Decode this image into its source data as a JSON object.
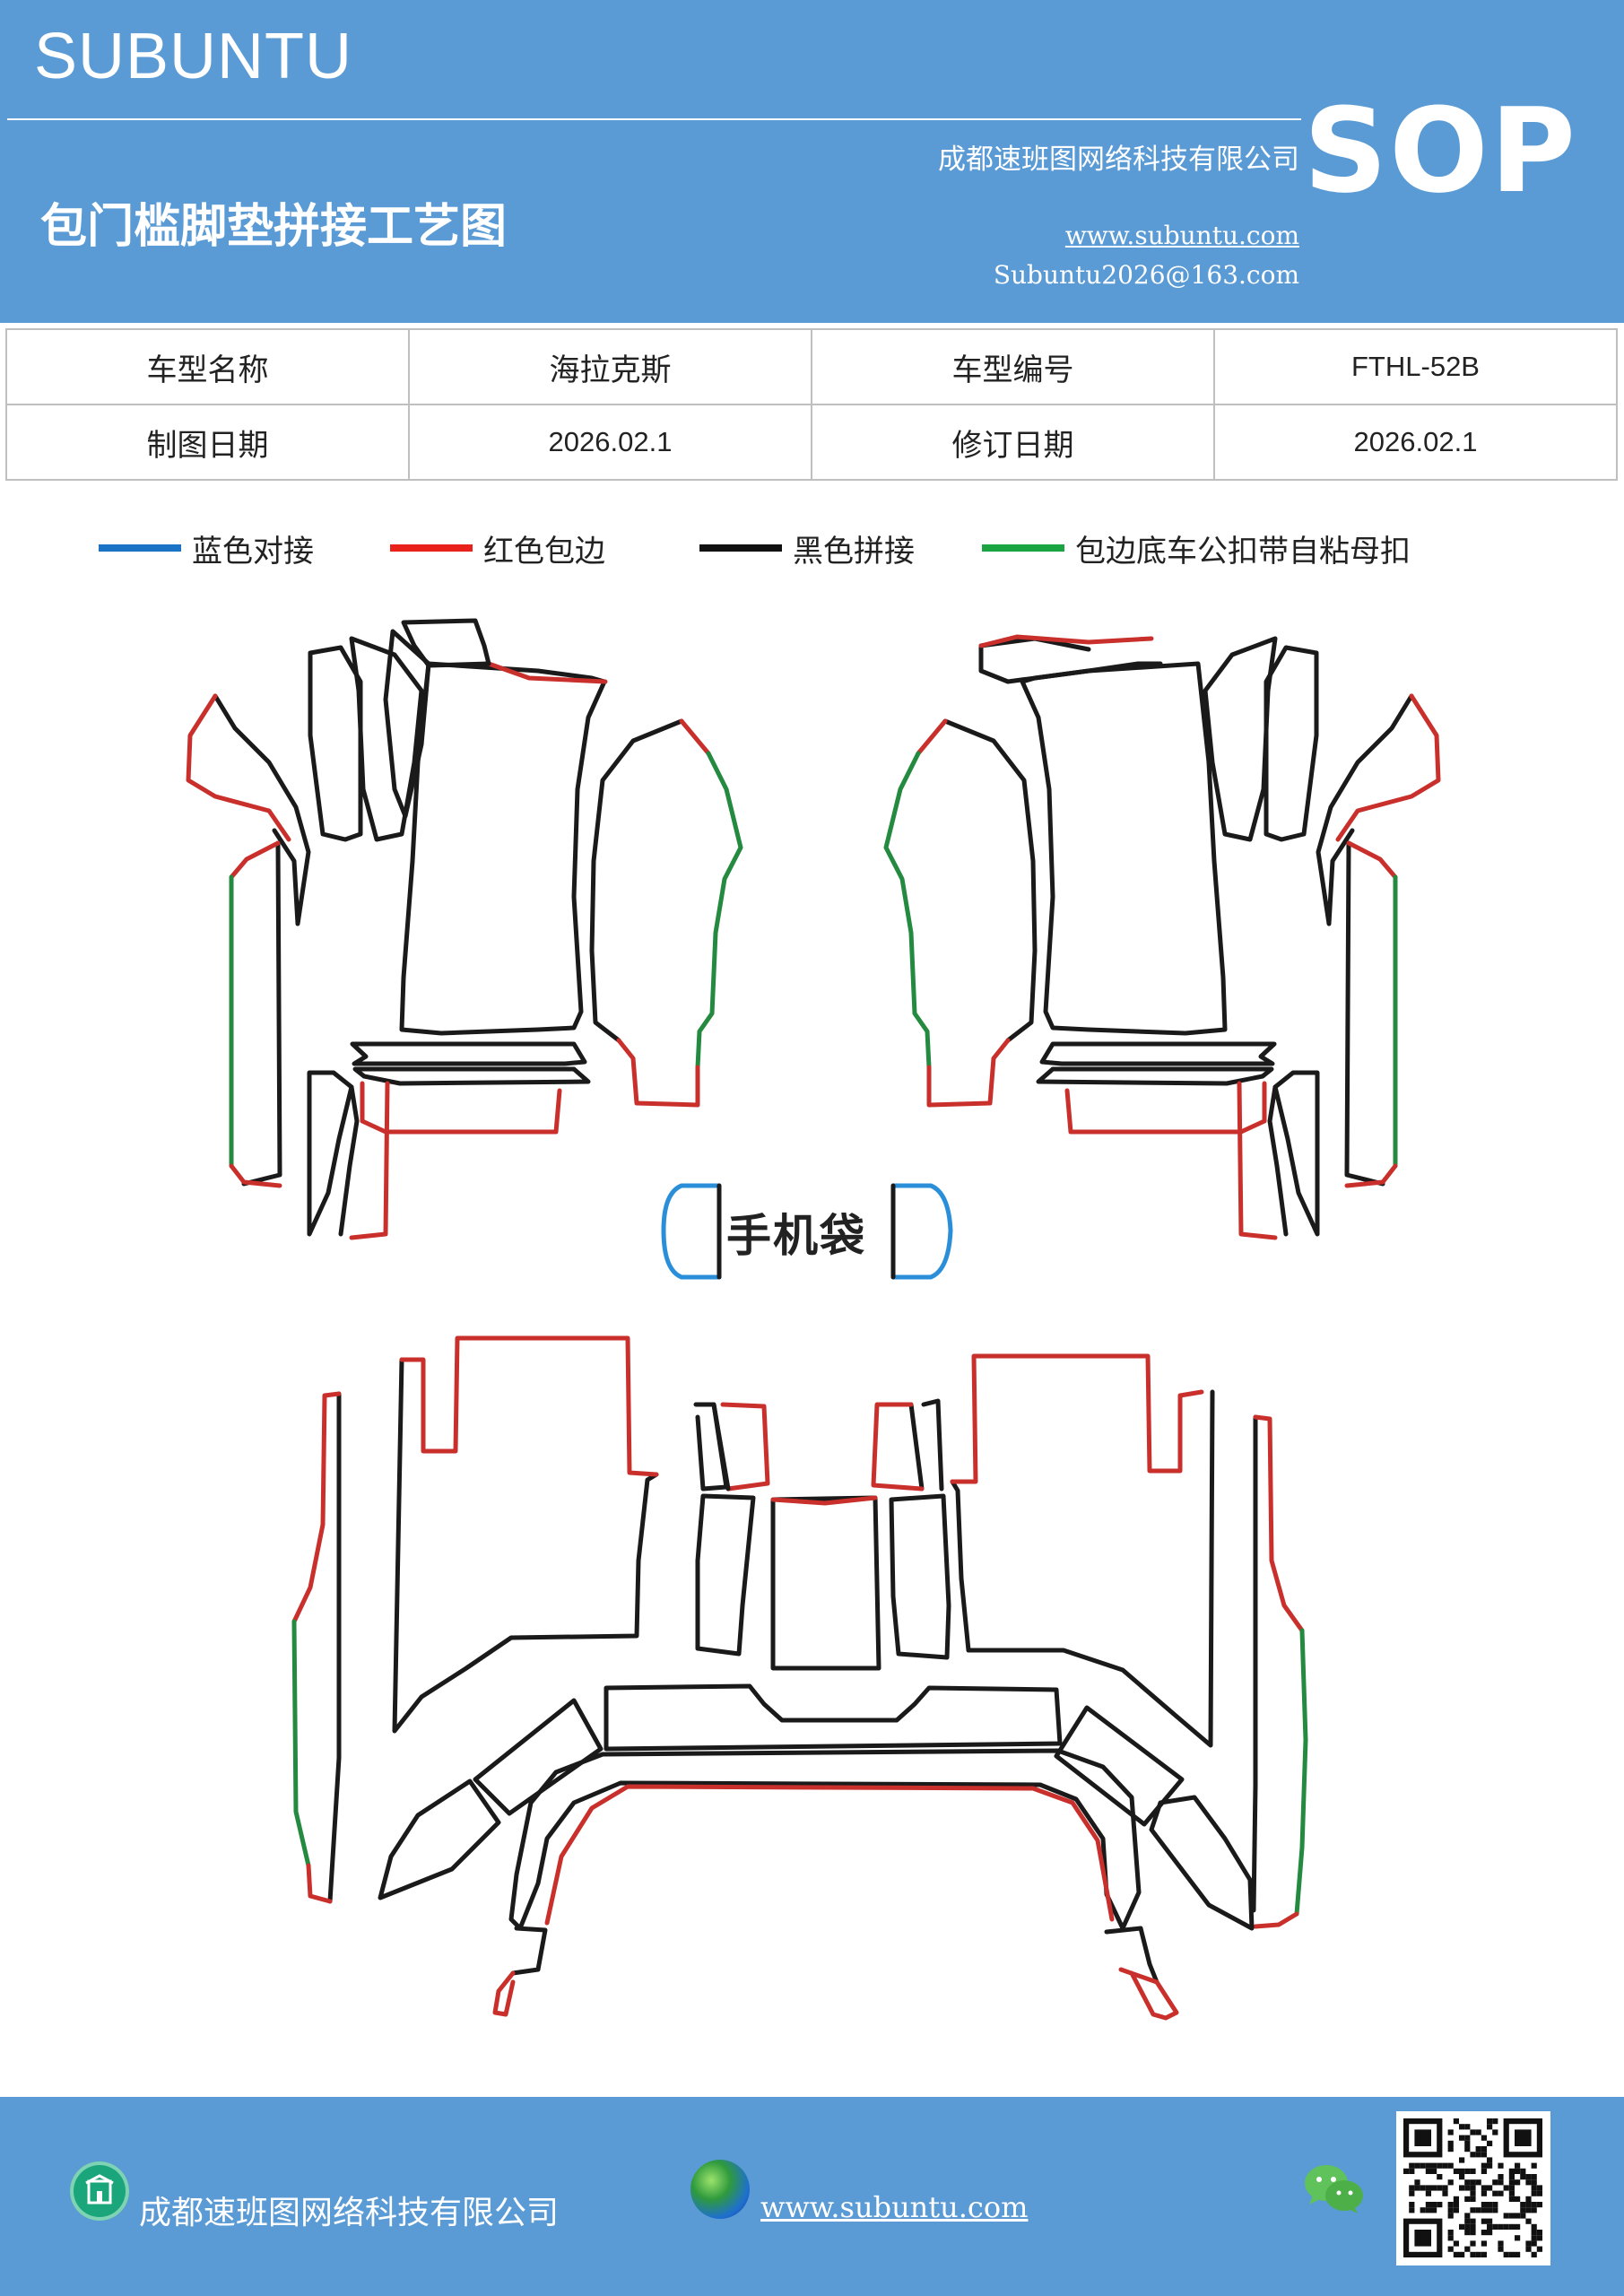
{
  "header": {
    "brand": "SUBUNTU",
    "company": "成都速班图网络科技有限公司",
    "title": "包门槛脚垫拼接工艺图",
    "website": "www.subuntu.com",
    "email": "Subuntu2026@163.com",
    "badge": "SOP"
  },
  "info_table": {
    "model_name_label": "车型名称",
    "model_name_value": "海拉克斯",
    "model_code_label": "车型编号",
    "model_code_value": "FTHL-52B",
    "draw_date_label": "制图日期",
    "draw_date_value": "2026.02.1",
    "revise_date_label": "修订日期",
    "revise_date_value": "2026.02.1"
  },
  "legend": [
    {
      "label": "蓝色对接",
      "color": "#1a73c4"
    },
    {
      "label": "红色包边",
      "color": "#e8221b"
    },
    {
      "label": "黑色拼接",
      "color": "#111111"
    },
    {
      "label": "包边底车公扣带自粘母扣",
      "color": "#1aa542"
    }
  ],
  "colors": {
    "header_bg": "#5b9bd5",
    "line_black": "#1a1a1a",
    "line_red": "#c9302c",
    "line_green": "#238a3f",
    "line_blue": "#2a8fd8"
  },
  "diagram": {
    "phone_pocket_label": "手机袋"
  },
  "footer": {
    "company": "成都速班图网络科技有限公司",
    "website": "www.subuntu.com",
    "icons": [
      "building-icon",
      "globe-icon",
      "wechat-icon",
      "qr-code"
    ]
  }
}
